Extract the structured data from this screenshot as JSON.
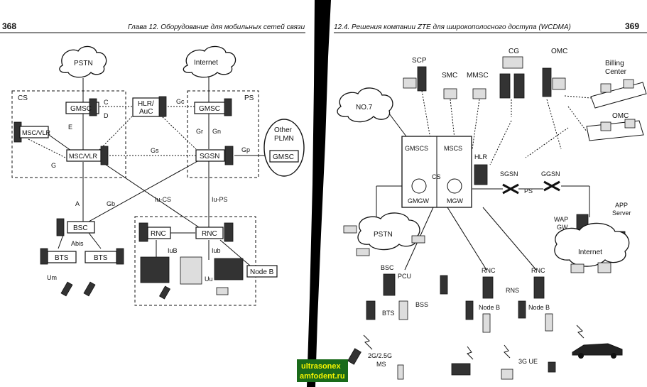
{
  "header": {
    "left_page_number": "368",
    "left_chapter": "Глава 12. Оборудование для мобильных сетей связи",
    "right_section": "12.4. Решения компании ZTE для широкополосного доступа (WCDMA)",
    "right_page_number": "369"
  },
  "left_diagram": {
    "clouds": {
      "pstn": "PSTN",
      "internet": "Internet",
      "other_plmn_1": "Other",
      "other_plmn_2": "PLMN"
    },
    "domains": {
      "cs": "CS",
      "ps": "PS"
    },
    "nodes": {
      "gmsc_cs": "GMSC",
      "hlr_1": "HLR/",
      "hlr_2": "AuC",
      "gmsc_ps": "GMSC",
      "msc_vlr_left": "MSC/VLR",
      "msc_vlr": "MSC/VLR",
      "sgsn": "SGSN",
      "gmsc_plmn": "GMSC",
      "bsc": "BSC",
      "bts_1": "BTS",
      "bts_2": "BTS",
      "rnc_1": "RNC",
      "rnc_2": "RNC",
      "node_b": "Node B"
    },
    "interfaces": {
      "c": "C",
      "d": "D",
      "gc": "Gc",
      "e": "E",
      "gr": "Gr",
      "gn": "Gn",
      "gs": "Gs",
      "gp": "Gp",
      "g": "G",
      "a": "A",
      "gb": "Gb",
      "iu_cs": "Iu-CS",
      "iu_ps": "Iu-PS",
      "abis": "Abis",
      "iub_1": "IuB",
      "iub_2": "Iub",
      "uu": "Uu",
      "um": "Um"
    }
  },
  "right_diagram": {
    "clouds": {
      "no7": "NO.7",
      "pstn": "PSTN",
      "internet": "Internet"
    },
    "labels": {
      "scp": "SCP",
      "smc": "SMC",
      "mmsc": "MMSC",
      "cg": "CG",
      "omc_top": "OMC",
      "billing_1": "Billing",
      "billing_2": "Center",
      "omc_right": "OMC",
      "gmscs": "GMSCS",
      "mscs": "MSCS",
      "hlr": "HLR",
      "cs": "CS",
      "gmgw": "GMGW",
      "mgw": "MGW",
      "sgsn": "SGSN",
      "ggsn": "GGSN",
      "ps": "PS",
      "wap_1": "WAP",
      "wap_2": "GW",
      "app_1": "APP",
      "app_2": "Server",
      "bsc": "BSC",
      "pcu": "PCU",
      "bss": "BSS",
      "bts": "BTS",
      "rnc_1": "RNC",
      "rnc_2": "RNC",
      "rns": "RNS",
      "node_b_1": "Node B",
      "node_b_2": "Node B",
      "ms_1": "2G/2.5G",
      "ms_2": "MS",
      "ue": "3G UE"
    }
  },
  "watermark": {
    "line1": "ultrasonex",
    "line2": "amfodent.ru"
  },
  "colors": {
    "ink": "#111111",
    "paper": "#ffffff",
    "watermark": "#f4f400",
    "gutter": "#000000"
  }
}
